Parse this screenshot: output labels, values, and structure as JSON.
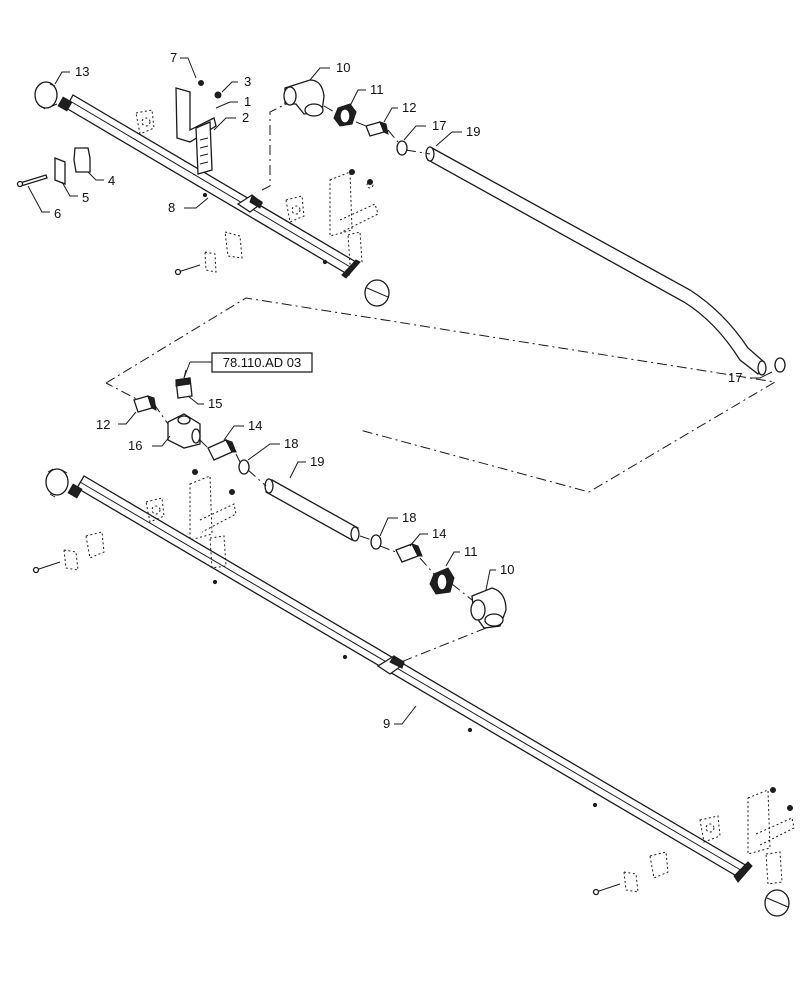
{
  "reference_box": {
    "label": "78.110.AD 03"
  },
  "callouts": {
    "c1": "1",
    "c2": "2",
    "c3": "3",
    "c4": "4",
    "c5": "5",
    "c6": "6",
    "c7": "7",
    "c8": "8",
    "c9": "9",
    "c10a": "10",
    "c10b": "10",
    "c11a": "11",
    "c11b": "11",
    "c12a": "12",
    "c12b": "12",
    "c13": "13",
    "c14a": "14",
    "c14b": "14",
    "c15": "15",
    "c16": "16",
    "c17a": "17",
    "c17b": "17",
    "c18a": "18",
    "c18b": "18",
    "c19a": "19",
    "c19b": "19"
  }
}
